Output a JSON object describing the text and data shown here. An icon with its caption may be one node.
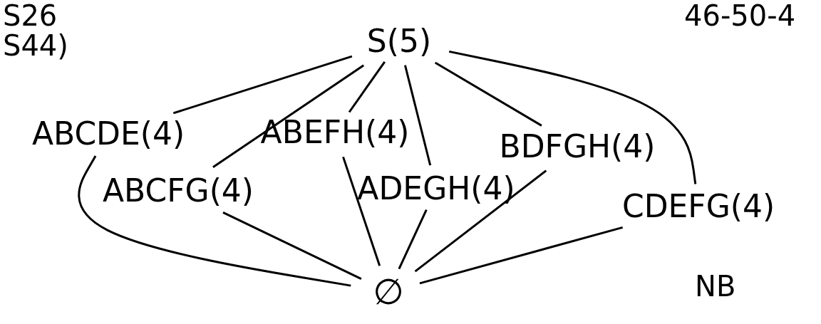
{
  "diagram": {
    "nodes": [
      {
        "text": [
          "S(5)"
        ]
      },
      {
        "text": [
          "ABCDE(4)"
        ]
      },
      {
        "text": [
          "ABEFH(4)"
        ]
      },
      {
        "text": [
          "BDFGH(4)"
        ]
      },
      {
        "text": [
          "ABCFG(4)"
        ]
      },
      {
        "text": [
          "ADEGH(4)"
        ]
      },
      {
        "text": [
          "CDEFG(4)"
        ]
      },
      {
        "text": [
          "∅"
        ]
      }
    ],
    "edges": [
      {
        "from": 0,
        "to": 1,
        "arrow": "none"
      },
      {
        "from": 0,
        "to": 4,
        "arrow": "none"
      },
      {
        "from": 0,
        "to": 2,
        "arrow": "none"
      },
      {
        "from": 0,
        "to": 5,
        "arrow": "none"
      },
      {
        "from": 0,
        "to": 3,
        "arrow": "none"
      },
      {
        "from": 0,
        "to": 6,
        "arrow": "none"
      },
      {
        "from": 1,
        "to": 7,
        "arrow": "none"
      },
      {
        "from": 4,
        "to": 7,
        "arrow": "none"
      },
      {
        "from": 2,
        "to": 7,
        "arrow": "none"
      },
      {
        "from": 5,
        "to": 7,
        "arrow": "none"
      },
      {
        "from": 3,
        "to": 7,
        "arrow": "none"
      },
      {
        "from": 6,
        "to": 7,
        "arrow": "none"
      }
    ],
    "labels": [
      "S26",
      "S44)",
      "46-50-4",
      "NB"
    ]
  }
}
